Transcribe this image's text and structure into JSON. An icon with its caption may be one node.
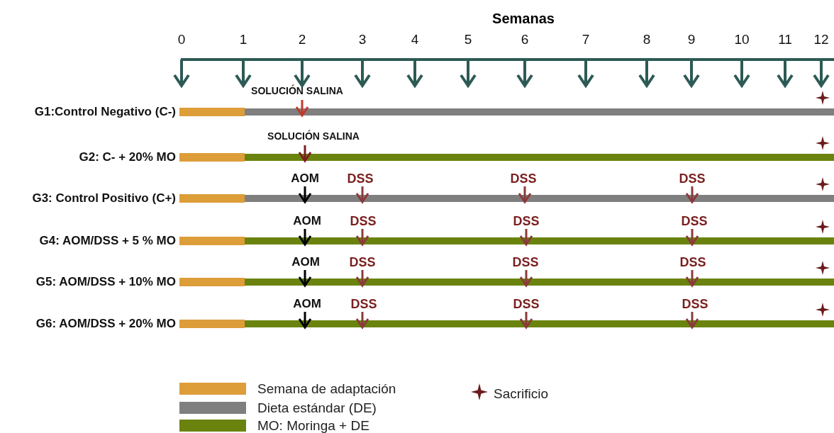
{
  "diagram": {
    "labels": [
      "Semanas",
      "0",
      "1",
      "2",
      "3",
      "4",
      "5",
      "6",
      "7",
      "8",
      "9",
      "10",
      "11",
      "12",
      "SOLUCIÓN SALINA",
      "G1:Control  Negativo (C-)",
      "SOLUCIÓN SALINA",
      "G2: C- + 20% MO",
      "AOM",
      "DSS",
      "DSS",
      "DSS",
      "G3: Control Positivo (C+)",
      "AOM",
      "DSS",
      "DSS",
      "DSS",
      "G4: AOM/DSS + 5 % MO",
      "AOM",
      "DSS",
      "DSS",
      "DSS",
      "G5: AOM/DSS  + 10% MO",
      "AOM",
      "DSS",
      "DSS",
      "DSS",
      "G6: AOM/DSS  + 20% MO"
    ],
    "legend": [
      {
        "text": "Semana de adaptación",
        "color": "#dd9d38"
      },
      {
        "text": "Dieta estándar (DE)",
        "color": "#7f7f7f"
      },
      {
        "text": "MO: Moringa + DE",
        "color": "#6a830f"
      },
      {
        "text": "Sacrificio"
      }
    ]
  }
}
